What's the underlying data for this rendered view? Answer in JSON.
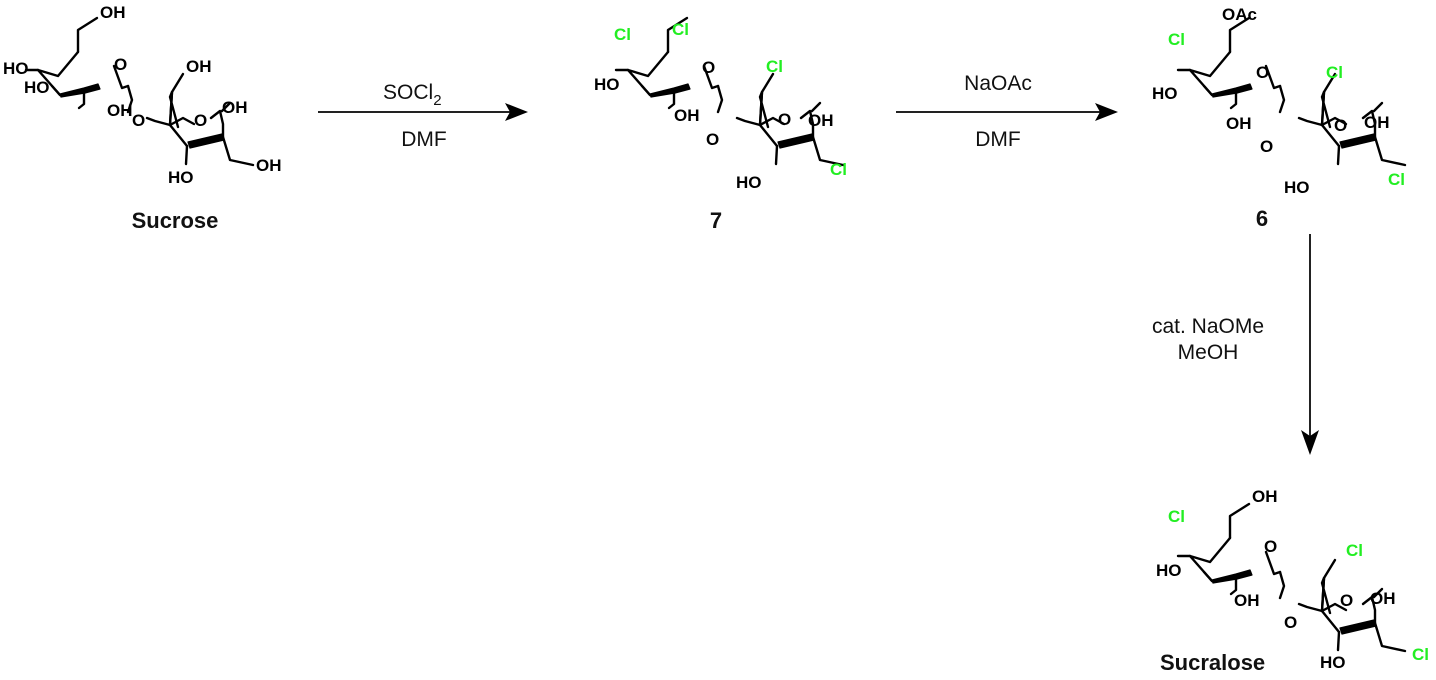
{
  "compounds": {
    "sucrose": {
      "name": "Sucrose",
      "substituents": {
        "c6": "OH",
        "c4": "HO",
        "c3": "HO",
        "c2": "OH",
        "ring_o": "O",
        "link_o": "O",
        "c1p": "OH",
        "c2p_oh": "OH",
        "c3p": "HO",
        "c6p": "OH"
      }
    },
    "compound_7": {
      "name": "7",
      "substituents": {
        "c6": "Cl",
        "c4": "Cl",
        "c3": "HO",
        "c2": "OH",
        "ring_o": "O",
        "link_o": "O",
        "c1p": "Cl",
        "c2p_oh": "OH",
        "c3p": "HO",
        "c6p": "Cl"
      }
    },
    "compound_6": {
      "name": "6",
      "substituents": {
        "c6": "OAc",
        "c4": "Cl",
        "c3": "HO",
        "c2": "OH",
        "ring_o": "O",
        "link_o": "O",
        "c1p": "Cl",
        "c2p_oh": "OH",
        "c3p": "HO",
        "c6p": "Cl"
      }
    },
    "sucralose": {
      "name": "Sucralose",
      "substituents": {
        "c6": "OH",
        "c4": "Cl",
        "c3": "HO",
        "c2": "OH",
        "ring_o": "O",
        "link_o": "O",
        "c1p": "Cl",
        "c2p_oh": "OH",
        "c3p": "HO",
        "c6p": "Cl"
      }
    }
  },
  "steps": {
    "step1": {
      "reagent_main": "SOCl",
      "reagent_sub": "2",
      "solvent": "DMF"
    },
    "step2": {
      "reagent": "NaOAc",
      "solvent": "DMF"
    },
    "step3": {
      "reagent": "cat. NaOMe",
      "solvent": "MeOH"
    }
  },
  "colors": {
    "chlorine": "#22ee22",
    "bond": "#000000"
  }
}
